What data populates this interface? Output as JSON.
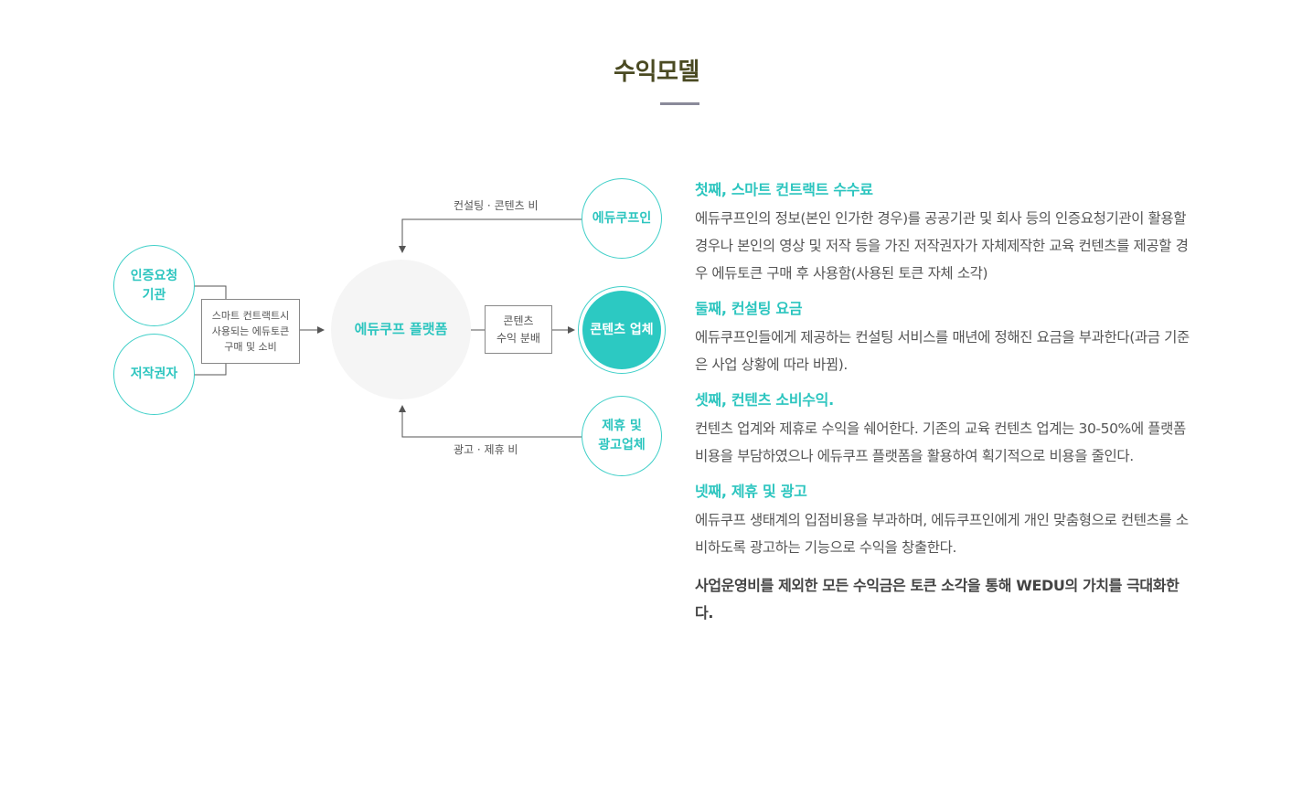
{
  "title": "수익모델",
  "diagram": {
    "center": "에듀쿠프 플랫폼",
    "left_top": [
      "인증요청",
      "기관"
    ],
    "left_bottom": "저작권자",
    "left_box": [
      "스마트 컨트랙트시",
      "사용되는 에듀토큰",
      "구매 및 소비"
    ],
    "right_top": "에듀쿠프인",
    "right_top_arrow_label": "컨설팅 · 콘텐츠 비",
    "right_mid": "콘텐츠 업체",
    "right_mid_box": [
      "콘텐츠",
      "수익 분배"
    ],
    "right_bottom": [
      "제휴 및",
      "광고업체"
    ],
    "right_bottom_arrow_label": "광고 · 제휴 비"
  },
  "sections": [
    {
      "heading": "첫째, 스마트 컨트랙트 수수료",
      "body": "에듀쿠프인의 정보(본인 인가한 경우)를 공공기관 및 회사 등의 인증요청기관이 활용할 경우나 본인의 영상 및 저작 등을 가진 저작권자가 자체제작한 교육 컨텐츠를 제공할 경우 에듀토큰 구매 후 사용함(사용된 토큰 자체 소각)"
    },
    {
      "heading": "둘째, 컨설팅 요금",
      "body": "에듀쿠프인들에게 제공하는 컨설팅 서비스를 매년에 정해진 요금을 부과한다(과금 기준은 사업 상황에 따라 바뀜)."
    },
    {
      "heading": "셋째, 컨텐츠 소비수익.",
      "body": "컨텐츠 업계와 제휴로 수익을 쉐어한다. 기존의 교육 컨텐츠 업계는 30-50%에 플랫폼 비용을 부담하였으나 에듀쿠프 플랫폼을 활용하여 획기적으로 비용을 줄인다."
    },
    {
      "heading": "넷째, 제휴 및 광고",
      "body": "에듀쿠프 생태계의 입점비용을 부과하며, 에듀쿠프인에게 개인 맞춤형으로 컨텐츠를 소비하도록 광고하는 기능으로 수익을 창출한다."
    }
  ],
  "summary": "사업운영비를 제외한 모든 수익금은 토큰 소각을 통해 WEDU의 가치를 극대화한다.",
  "colors": {
    "accent": "#2cc5bf",
    "title": "#4a4a22",
    "center_fill": "#f5f5f5"
  }
}
